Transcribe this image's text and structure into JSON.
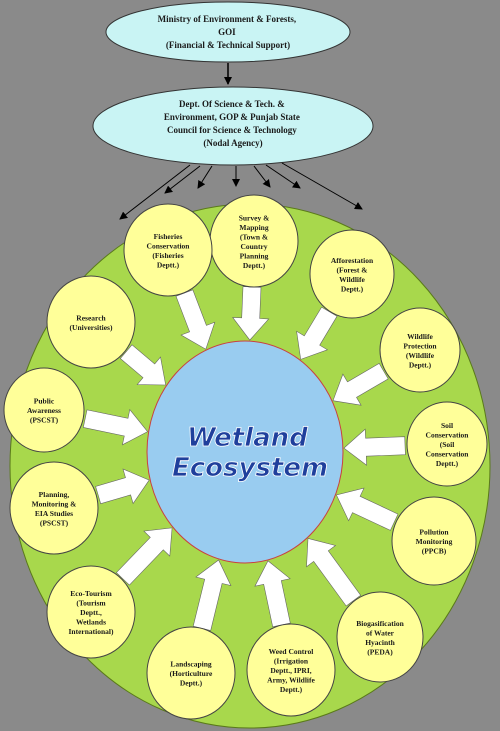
{
  "top_node": {
    "lines": [
      "Ministry of Environment & Forests,",
      "GOI",
      "(Financial & Technical Support)"
    ],
    "color": "#c9f4f4"
  },
  "agency_node": {
    "lines": [
      "Dept. Of Science & Tech. &",
      "Environment, GOP & Punjab State",
      "Council for Science & Technology",
      "(Nodal Agency)"
    ],
    "color": "#c9f4f4"
  },
  "center": {
    "lines": [
      "Wetland",
      "Ecosystem"
    ],
    "color": "#99ccf0",
    "text_color": "#1f3f9c"
  },
  "colors": {
    "background": "#8a8a8a",
    "ring": "#a8d84c",
    "satellite": "#ffff99",
    "arrow": "#ffffff"
  },
  "satellites": [
    {
      "name": "sat-survey",
      "lines": [
        "Survey &",
        "Mapping",
        "(Town &",
        "Country",
        "Planning",
        "Deptt.)"
      ]
    },
    {
      "name": "sat-afforestation",
      "lines": [
        "Afforestation",
        "(Forest &",
        "Wildlife",
        "Deptt.)"
      ]
    },
    {
      "name": "sat-wildlife",
      "lines": [
        "Wildlife",
        "Protection",
        "(Wildlife",
        "Deptt.)"
      ]
    },
    {
      "name": "sat-soil",
      "lines": [
        "Soil",
        "Conservation",
        "(Soil",
        "Conservation",
        "Deptt.)"
      ]
    },
    {
      "name": "sat-pollution",
      "lines": [
        "Pollution",
        "Monitoring",
        "(PPCB)"
      ]
    },
    {
      "name": "sat-biogasification",
      "lines": [
        "Biogasification",
        "of Water",
        "Hyacinth",
        "(PEDA)"
      ]
    },
    {
      "name": "sat-weed-control",
      "lines": [
        "Weed Control",
        "(Irrigation",
        "Deptt., IPRI,",
        "Army, Wildlife",
        "Deptt.)"
      ]
    },
    {
      "name": "sat-landscaping",
      "lines": [
        "Landscaping",
        "(Horticulture",
        "Deptt.)"
      ]
    },
    {
      "name": "sat-eco-tourism",
      "lines": [
        "Eco-Tourism",
        "(Tourism",
        "Deptt.,",
        "Wetlands",
        "International)"
      ]
    },
    {
      "name": "sat-planning",
      "lines": [
        "Planning,",
        "Monitoring &",
        "EIA Studies",
        "(PSCST)"
      ]
    },
    {
      "name": "sat-public-awareness",
      "lines": [
        "Public",
        "Awareness",
        "(PSCST)"
      ]
    },
    {
      "name": "sat-research",
      "lines": [
        "Research",
        "(Universities)"
      ]
    },
    {
      "name": "sat-fisheries",
      "lines": [
        "Fisheries",
        "Conservation",
        "(Fisheries",
        "Deptt.)"
      ]
    }
  ]
}
